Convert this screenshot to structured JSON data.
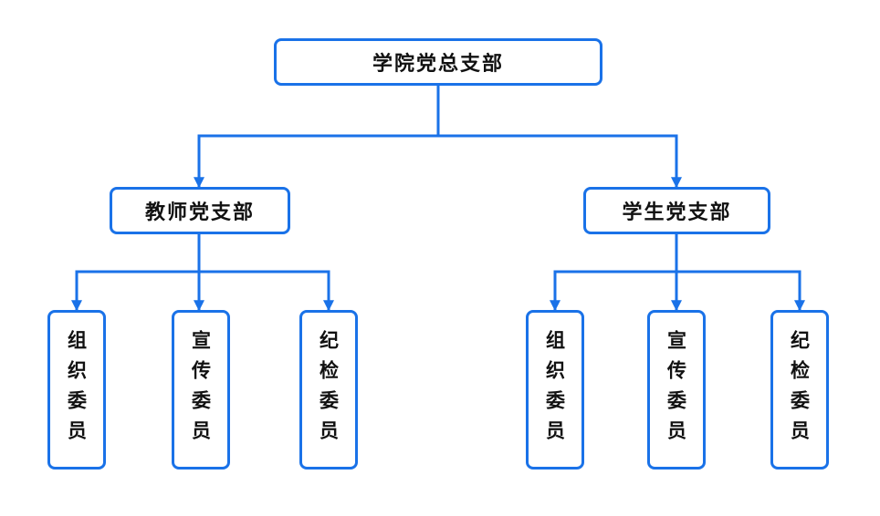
{
  "colors": {
    "line": "#1a72e8",
    "border": "#1a72e8",
    "text": "#111111"
  },
  "root": {
    "label": "学院党总支部"
  },
  "branches": [
    {
      "label": "教师党支部",
      "committees": [
        {
          "label": "组织委员"
        },
        {
          "label": "宣传委员"
        },
        {
          "label": "纪检委员"
        }
      ]
    },
    {
      "label": "学生党支部",
      "committees": [
        {
          "label": "组织委员"
        },
        {
          "label": "宣传委员"
        },
        {
          "label": "纪检委员"
        }
      ]
    }
  ]
}
